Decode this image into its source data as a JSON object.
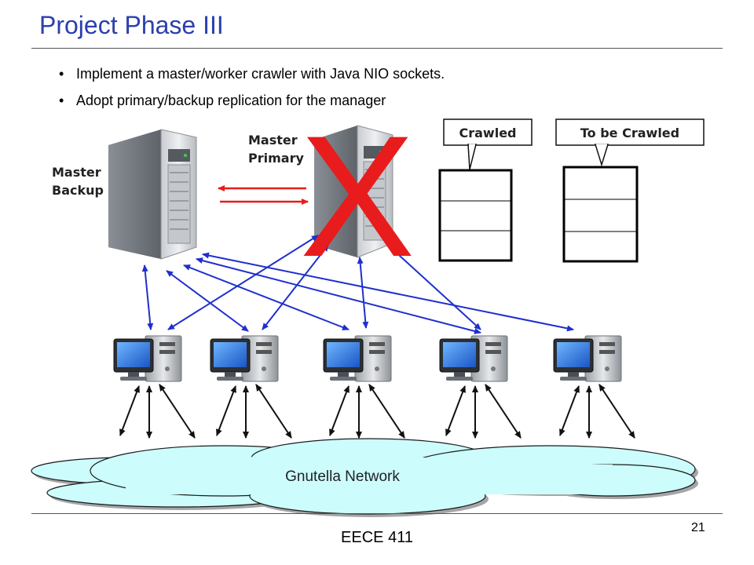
{
  "slide": {
    "title": "Project Phase III",
    "bullets": [
      "Implement a master/worker crawler with Java NIO sockets.",
      "Adopt primary/backup replication for the manager"
    ],
    "footer": "EECE 411",
    "page_number": "21"
  },
  "diagram": {
    "master_backup_label": [
      "Master",
      "Backup"
    ],
    "master_primary_label": [
      "Master",
      "Primary"
    ],
    "failure_mark": "X",
    "queues": [
      {
        "label": "Crawled"
      },
      {
        "label": "To be Crawled"
      }
    ],
    "network_label": "Gnutella Network",
    "colors": {
      "title": "#2b3fae",
      "replication_arrows": "#e81c1c",
      "failure_mark": "#e81c1c",
      "worker_arrows": "#1f2fcf",
      "network_arrows": "#111111",
      "cloud_fill": "#ccfcfc"
    }
  }
}
